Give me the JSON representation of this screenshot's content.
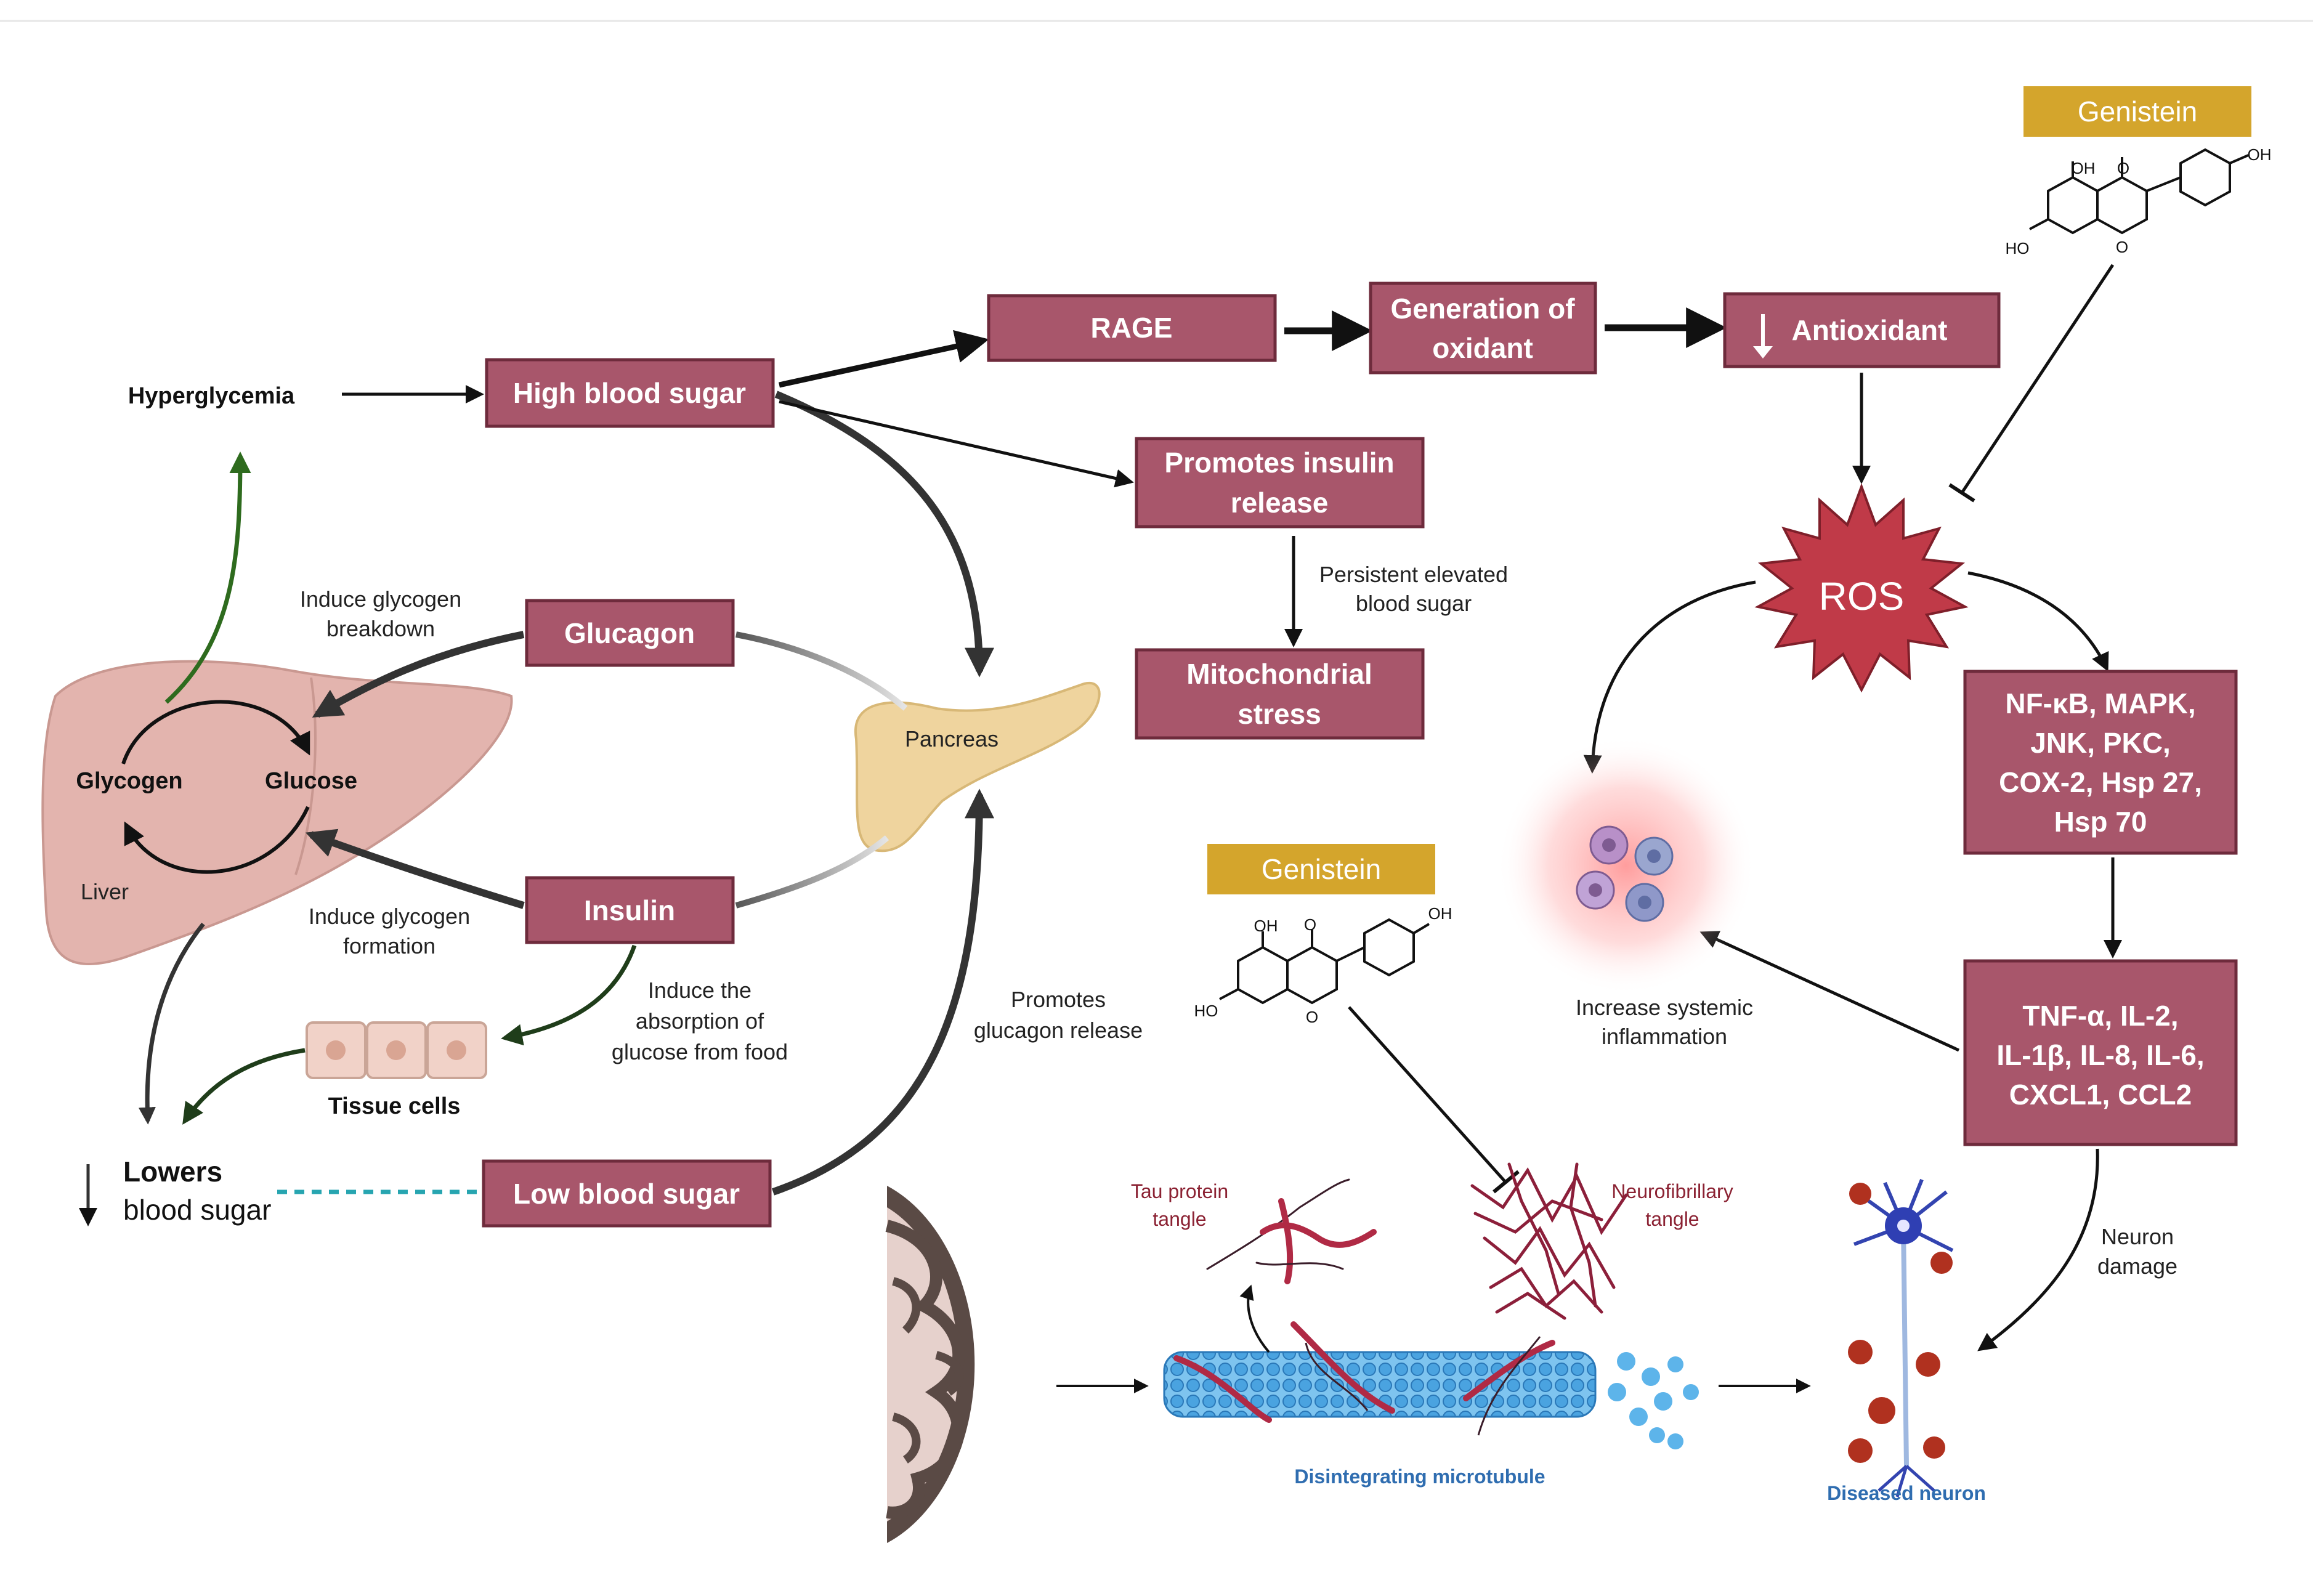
{
  "colors": {
    "box_fill": "#a8566b",
    "box_border": "#6e2b3c",
    "genistein_fill": "#d4a52c",
    "ros_fill": "#c03a48",
    "liver_fill": "#e3b4ae",
    "pancreas_fill": "#efd49e",
    "green_arrow": "#2e6b1e",
    "dashed_line": "#27a5b0"
  },
  "left": {
    "hyperglycemia": "Hyperglycemia",
    "high_blood_sugar": "High blood sugar",
    "glucagon": "Glucagon",
    "insulin": "Insulin",
    "low_blood_sugar": "Low blood sugar",
    "induce_breakdown": [
      "Induce glycogen",
      "breakdown"
    ],
    "induce_formation": [
      "Induce  glycogen",
      "formation"
    ],
    "induce_absorption": [
      "Induce the",
      "absorption of",
      "glucose from food"
    ],
    "glycogen": "Glycogen",
    "glucose": "Glucose",
    "liver": "Liver",
    "pancreas": "Pancreas",
    "tissue_cells": "Tissue cells",
    "lowers": "Lowers",
    "lowers_sub": "blood sugar",
    "promotes_glucagon": [
      "Promotes",
      "glucagon release"
    ]
  },
  "middle": {
    "rage": "RAGE",
    "generation_oxidant": [
      "Generation of",
      "oxidant"
    ],
    "promotes_insulin": [
      "Promotes insulin",
      "release"
    ],
    "persistent": [
      "Persistent elevated",
      "blood sugar"
    ],
    "mito_stress": [
      "Mitochondrial",
      "stress"
    ]
  },
  "right": {
    "antioxidant": "Antioxidant",
    "genistein_top": "Genistein",
    "ros": "ROS",
    "nfkb": [
      "NF-κB, MAPK,",
      "JNK, PKC,",
      "COX-2, Hsp 27,",
      "Hsp 70"
    ],
    "tnf": [
      "TNF-α, IL-2,",
      "IL-1β, IL-8, IL-6,",
      "CXCL1, CCL2"
    ],
    "inflammation": [
      "Increase systemic",
      "inflammation"
    ],
    "neuron_damage": [
      "Neuron",
      "damage"
    ]
  },
  "bottom": {
    "genistein_mid": "Genistein",
    "tau": [
      "Tau protein",
      "tangle"
    ],
    "neurofibrillary": [
      "Neurofibrillary",
      "tangle"
    ],
    "microtubule": "Disintegrating microtubule",
    "diseased_neuron": "Diseased neuron"
  },
  "molecule_labels": {
    "oh": "OH",
    "o": "O",
    "ho": "HO"
  }
}
